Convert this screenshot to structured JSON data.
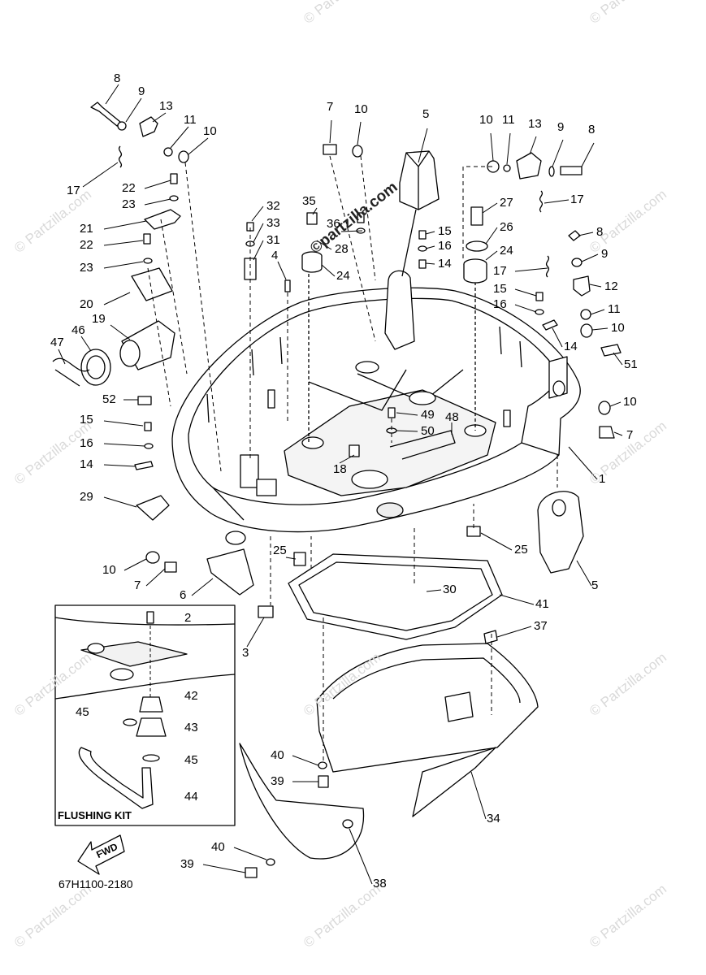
{
  "diagram": {
    "part_code": "67H1100-2180",
    "fwd_label": "FWD",
    "flushing_kit_label": "FLUSHING KIT"
  },
  "watermark": {
    "text": "© Partzilla.com",
    "center_text": "©partzilla.com"
  },
  "callouts": [
    "8",
    "9",
    "13",
    "11",
    "10",
    "17",
    "22",
    "23",
    "21",
    "22",
    "23",
    "20",
    "19",
    "47",
    "46",
    "52",
    "15",
    "16",
    "14",
    "29",
    "7",
    "10",
    "5",
    "32",
    "33",
    "31",
    "4",
    "35",
    "36",
    "28",
    "24",
    "10",
    "11",
    "13",
    "9",
    "8",
    "17",
    "27",
    "26",
    "24",
    "15",
    "16",
    "14",
    "8",
    "9",
    "17",
    "12",
    "15",
    "16",
    "11",
    "10",
    "14",
    "51",
    "49",
    "50",
    "48",
    "18",
    "10",
    "7",
    "1",
    "25",
    "25",
    "5",
    "10",
    "7",
    "6",
    "30",
    "41",
    "37",
    "3",
    "2",
    "42",
    "45",
    "43",
    "45",
    "44",
    "40",
    "39",
    "34",
    "40",
    "39",
    "38"
  ]
}
